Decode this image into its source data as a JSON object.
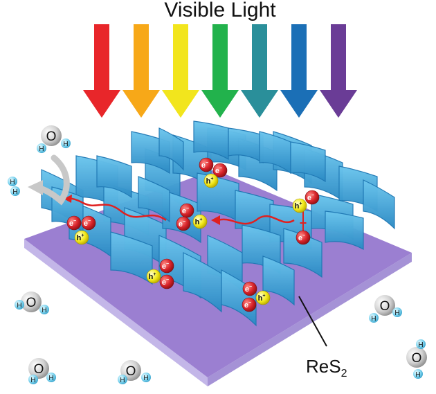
{
  "title": "Visible Light",
  "material_label": "ReS",
  "material_subscript": "2",
  "light_arrow_colors": [
    "#e8262a",
    "#f7a818",
    "#f2e51d",
    "#22b24c",
    "#2a8f9a",
    "#1b6fb6",
    "#6a3c96"
  ],
  "molecule": {
    "oxygen": "O",
    "hydrogen": "H"
  },
  "charges": {
    "electron": "e",
    "electron_sup": "−",
    "hole": "h",
    "hole_sup": "+"
  },
  "colors": {
    "substrate_top": "#9b7fd1",
    "substrate_side": "#b3a2dd",
    "sheet_fill": "#3aa6dd",
    "sheet_edge": "#1f78b4",
    "electron": "#d8232a",
    "hole": "#f3ea1a",
    "transfer_arrow": "#e0201f",
    "hydrogen": "#7fd4ef",
    "oxygen": "#c9c9c9"
  }
}
